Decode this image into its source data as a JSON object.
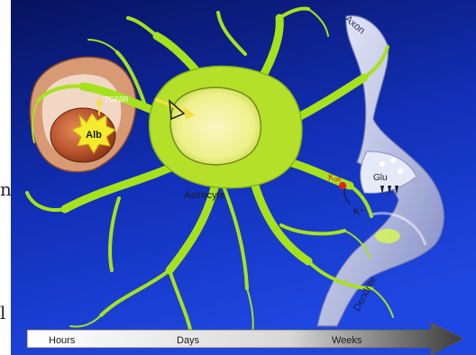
{
  "figure": {
    "labels": {
      "axon": "Axon",
      "dendrite": "Dendrite",
      "astrocyte": "Astrocyte",
      "glu": "Glu",
      "kplus": "K⁺",
      "kir": "K",
      "kir_sub": "IR",
      "alb": "Alb",
      "tgfbr": "TGFβR"
    },
    "timeline": {
      "hours": "Hours",
      "days": "Days",
      "weeks": "Weeks"
    },
    "edge_glyphs": [
      "n",
      "l"
    ]
  },
  "colors": {
    "background_top": "#0a1878",
    "background_bottom": "#1b3fd6",
    "astrocyte": "#a6e21c",
    "astrocyte_glow": "#d6f55a",
    "vessel": "#b85a34",
    "neuron": "#c9cde6"
  }
}
